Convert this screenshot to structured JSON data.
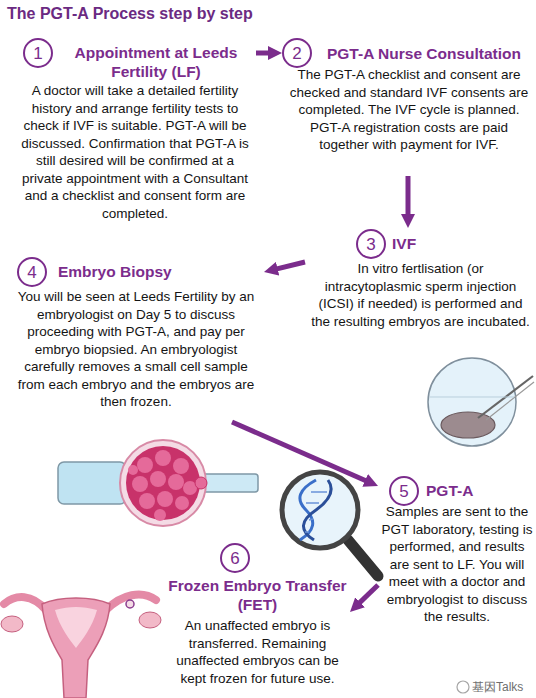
{
  "diagram": {
    "title": "The PGT-A Process step by step",
    "nodes": [
      {
        "text": [
          "1",
          "Appointment at Leeds Fertility (LF)",
          "A doctor will take a detailed fertility history and arrange fertility tests to check if IVF is suitable. PGT-A will be discussed. Confirmation that PGT-A is still desired will be confirmed at a private appointment with a Consultant and a checklist and consent form are completed."
        ]
      },
      {
        "text": [
          "2",
          "PGT-A Nurse Consultation",
          "The PGT-A checklist and consent are checked and standard IVF consents are completed. The IVF cycle is planned. PGT-A registration costs are paid together with payment for IVF."
        ]
      },
      {
        "text": [
          "3",
          "IVF",
          "In vitro fertlisation (or intracytoplasmic sperm injection (ICSI) if needed) is performed and the resulting embryos are incubated."
        ]
      },
      {
        "text": [
          "4",
          "Embryo Biopsy",
          "You will be seen at Leeds Fertility by an embryologist on Day 5 to discuss proceeding with PGT-A, and pay per embryo biopsied. An embryologist carefully removes a small cell sample from each embryo and the embryos are then frozen."
        ]
      },
      {
        "text": [
          "5",
          "PGT-A",
          "Samples are sent to the PGT laboratory, testing is performed, and results are sent to LF. You will meet with a doctor and embryologist to discuss the results."
        ]
      },
      {
        "text": [
          "6",
          "Frozen Embryo Transfer (FET)",
          "An unaffected embryo is transferred. Remaining unaffected embryos can be kept frozen for future use."
        ]
      }
    ],
    "edges": [
      {
        "from": 0,
        "to": 1,
        "arrow": "to"
      },
      {
        "from": 1,
        "to": 2,
        "arrow": "to"
      },
      {
        "from": 2,
        "to": 3,
        "arrow": "to"
      },
      {
        "from": 3,
        "to": 4,
        "arrow": "to"
      },
      {
        "from": 4,
        "to": 5,
        "arrow": "to"
      }
    ],
    "labels": [
      "基因Talks"
    ]
  }
}
